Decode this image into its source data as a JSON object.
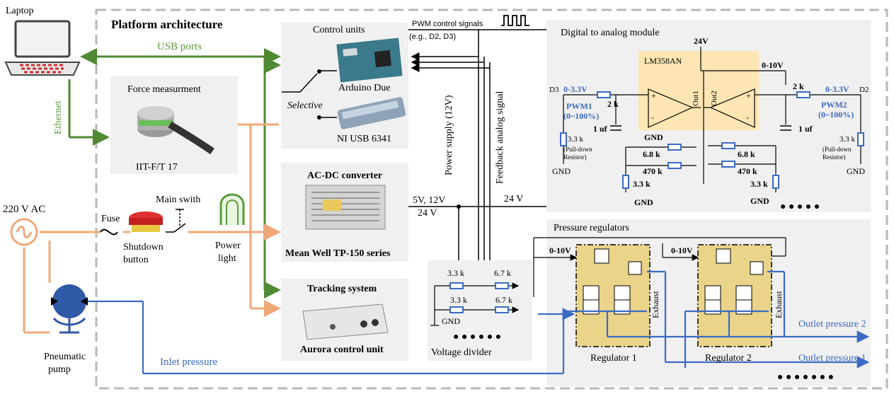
{
  "title": "Platform architecture",
  "laptop": {
    "label": "Laptop"
  },
  "links": {
    "usb": "USB ports",
    "ethernet": "Ethernet",
    "inlet": "Inlet pressure"
  },
  "power": {
    "ac": "220 V AC",
    "fuse": "Fuse",
    "main_switch": "Main swith",
    "shutdown": [
      "Shutdown",
      "button"
    ],
    "power_light": [
      "Power",
      "light"
    ],
    "pump": [
      "Pneumatic",
      "pump"
    ]
  },
  "force": {
    "title": "Force measurment",
    "device": "IIT-F/T 17"
  },
  "control": {
    "title": "Control units",
    "arduino": "Arduino Due",
    "selective": "Selective",
    "ni": "NI USB 6341"
  },
  "acdc": {
    "title": "AC-DC converter",
    "device": "Mean Well TP-150 series",
    "out_volts": [
      "5V, 12V",
      "24 V"
    ],
    "rail": "24 V"
  },
  "tracking": {
    "title": "Tracking system",
    "device": "Aurora control unit"
  },
  "signals": {
    "pwm": [
      "PWM control signals",
      "(e.g., D2, D3)"
    ],
    "power_supply": "Power supply (12V)",
    "feedback": "Feedback analog signal"
  },
  "divider": {
    "title": "Voltage divider",
    "r1": "3.3 k",
    "r2": "6.7 k",
    "r3": "3.3 k",
    "r4": "6.7 k",
    "gnd": "GND",
    "dots": "● ● ● ● ● ●"
  },
  "dac": {
    "title": "Digital to analog module",
    "chip": "LM358AN",
    "vcc": "24V",
    "out": "0-10V",
    "d3": "D3",
    "d2": "D2",
    "in_left": "0-3.3V",
    "in_right": "0-3.3V",
    "pwm1": [
      "PWM1",
      "(0~100%)"
    ],
    "pwm2": [
      "PWM2",
      "(0~100%)"
    ],
    "r_2k_left": "2 k",
    "r_2k_right": "2 k",
    "cap_left": "1 uf",
    "cap_right": "1 uf",
    "pulldown_left": [
      "3.3 k",
      "(Pull-down",
      "Resistor)"
    ],
    "pulldown_right": [
      "3.3 k",
      "(Pull-down",
      "Resistor)"
    ],
    "gnd": "GND",
    "r68_left": "6.8 k",
    "r68_right": "6.8 k",
    "r470_left": "470 k",
    "r470_right": "470 k",
    "r33_left": "3.3 k",
    "r33_right": "3.3 k",
    "out1": "Out1",
    "out2": "Out2",
    "plus": "+",
    "minus": "-",
    "dots": "● ● ● ● ●"
  },
  "regulators": {
    "title": "Pressure regulators",
    "in1": "0-10V",
    "in2": "0-10V",
    "exhaust": "Exhaust",
    "reg1": "Regulator 1",
    "reg2": "Regulator 2",
    "outlet2": "Outlet pressure 2",
    "outlet1": "Outlet pressure 1",
    "dots": "● ● ● ● ● ● ●"
  },
  "colors": {
    "green": "#5a9a3a",
    "orange": "#f2b48a",
    "blue": "#3a6bc4",
    "panel": "#f0f0f0",
    "chip": "#fde6b3",
    "regulator": "#e9d48a"
  }
}
